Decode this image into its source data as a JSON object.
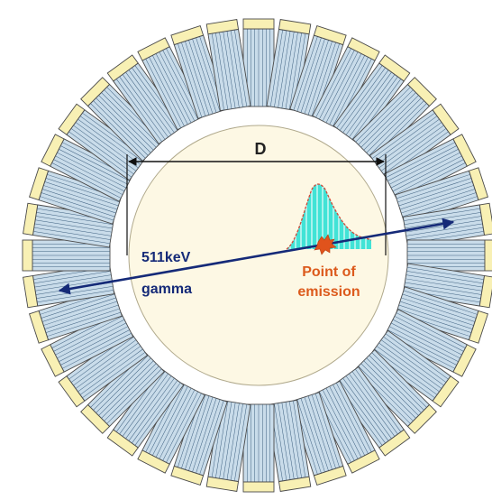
{
  "labels": {
    "diameter": "D",
    "gamma_energy": "511keV",
    "gamma_word": "gamma",
    "emission_line1": "Point of",
    "emission_line2": "emission"
  },
  "detector_ring": {
    "module_count": 40,
    "crystals_per_module": 8
  },
  "colors": {
    "crystal_fill": "#c9dcea",
    "crystal_stroke": "#3d5f7f",
    "module_stroke": "#4a4a4a",
    "photomultiplier_fill": "#f8f0b4",
    "bore_fill": "#fdf8e4",
    "bore_stroke": "#b0a98c",
    "gamma_line": "#152a78",
    "label_gamma": "#152a78",
    "label_emission": "#dc5a1c",
    "emission_point": "#e0531c",
    "distribution_fill": "#41e3d6",
    "distribution_hatch": "#ffffff",
    "distribution_outline": "#d24a3a",
    "dimension_line": "#111111"
  }
}
